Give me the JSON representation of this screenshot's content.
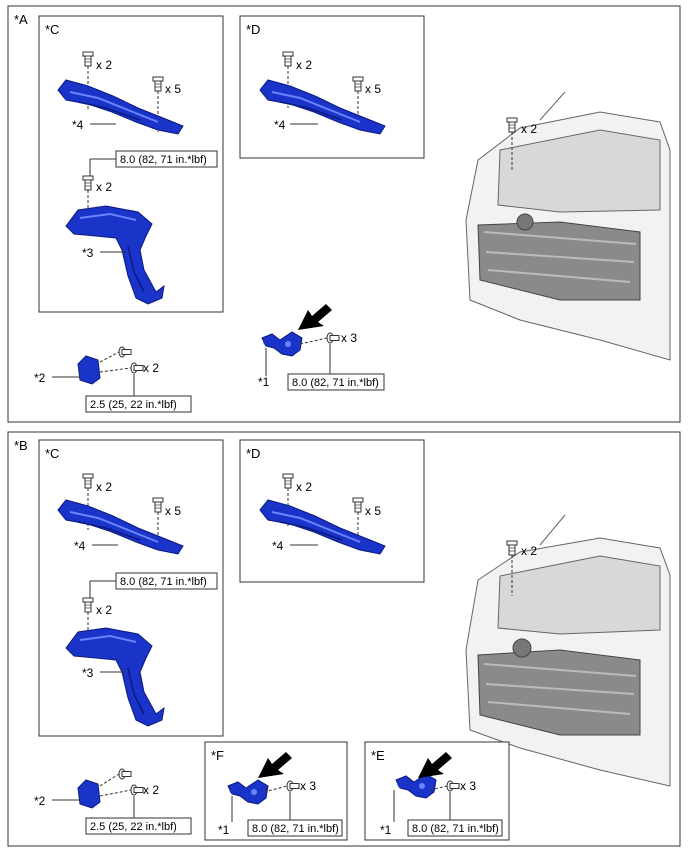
{
  "figure": {
    "panels": [
      {
        "label": "*A",
        "boxes": [
          {
            "label": "*C",
            "bolt_top": "x 2",
            "bolt_right": "x 5",
            "part_upper": "*4",
            "torque": "8.0 (82, 71 in.*lbf)",
            "bolt_lower": "x 2",
            "part_lower": "*3"
          },
          {
            "label": "*D",
            "bolt_top": "x 2",
            "bolt_right": "x 5",
            "part": "*4"
          }
        ],
        "vehicle_bolt": "x 2",
        "bracket": {
          "part": "*2",
          "bolt": "x 2",
          "torque": "2.5 (25, 22 in.*lbf)"
        },
        "sensor": {
          "part": "*1",
          "bolt": "x 3",
          "torque": "8.0 (82, 71 in.*lbf)"
        }
      },
      {
        "label": "*B",
        "boxes": [
          {
            "label": "*C",
            "bolt_top": "x 2",
            "bolt_right": "x 5",
            "part_upper": "*4",
            "torque": "8.0 (82, 71 in.*lbf)",
            "bolt_lower": "x 2",
            "part_lower": "*3"
          },
          {
            "label": "*D",
            "bolt_top": "x 2",
            "bolt_right": "x 5",
            "part": "*4"
          },
          {
            "label": "*F",
            "part": "*1",
            "bolt": "x 3",
            "torque": "8.0 (82, 71 in.*lbf)"
          },
          {
            "label": "*E",
            "part": "*1",
            "bolt": "x 3",
            "torque": "8.0 (82, 71 in.*lbf)"
          }
        ],
        "vehicle_bolt": "x 2",
        "bracket": {
          "part": "*2",
          "bolt": "x 2",
          "torque": "2.5 (25, 22 in.*lbf)"
        }
      }
    ]
  },
  "colors": {
    "part_blue": "#1a33c8",
    "part_dark": "#0a1a80",
    "outline": "#333333"
  }
}
